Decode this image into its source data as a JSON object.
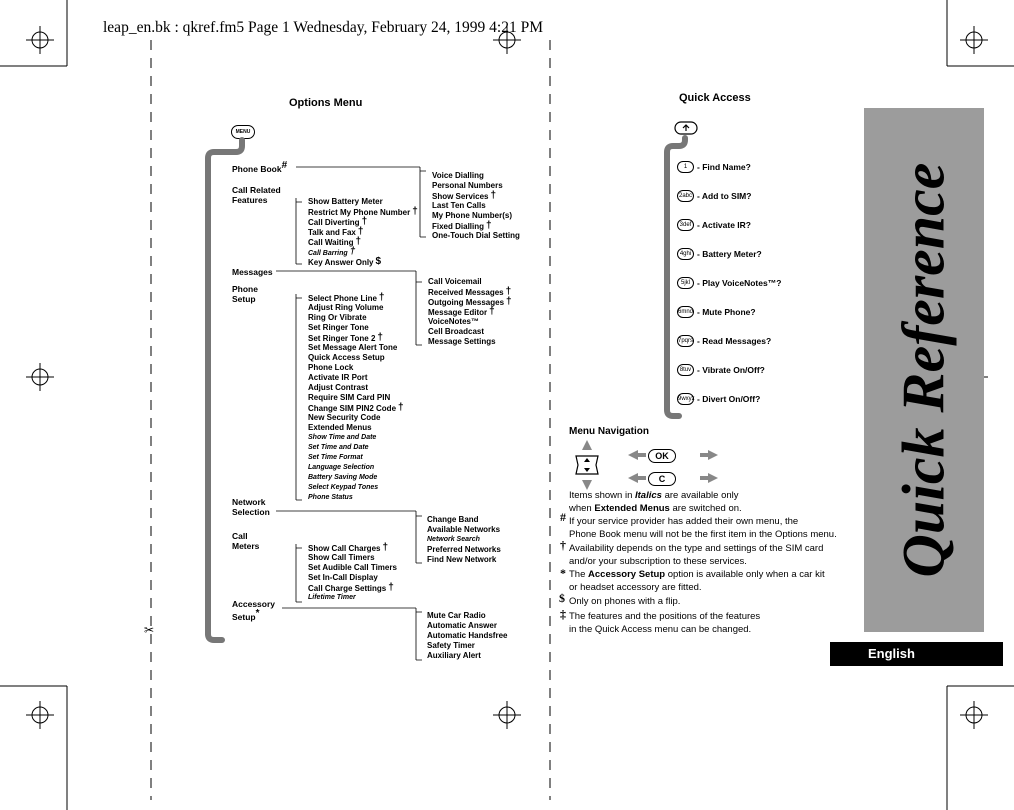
{
  "header": "leap_en.bk : qkref.fm5  Page 1  Wednesday, February 24, 1999  4:21 PM",
  "options_title": "Options Menu",
  "menu_key": "MENU",
  "top_menu": [
    {
      "label": "Phone Book",
      "mark": "#"
    },
    {
      "label": "Call Related\nFeatures",
      "mark": ""
    },
    {
      "label": "Messages",
      "mark": ""
    },
    {
      "label": "Phone\nSetup",
      "mark": ""
    },
    {
      "label": "Network\nSelection",
      "mark": ""
    },
    {
      "label": "Call\nMeters",
      "mark": ""
    },
    {
      "label": "Accessory\nSetup",
      "mark": "*"
    }
  ],
  "phonebook_items": [
    {
      "t": "Voice Dialling"
    },
    {
      "t": "Personal Numbers"
    },
    {
      "t": "Show Services",
      "m": "†"
    },
    {
      "t": "Last Ten Calls"
    },
    {
      "t": "My Phone Number(s)"
    },
    {
      "t": "Fixed Dialling",
      "m": "†"
    },
    {
      "t": "One-Touch Dial Setting"
    }
  ],
  "callrelated_items": [
    {
      "t": "Show Battery Meter"
    },
    {
      "t": "Restrict My Phone Number",
      "m": "†"
    },
    {
      "t": "Call Diverting",
      "m": "†"
    },
    {
      "t": "Talk and Fax",
      "m": "†"
    },
    {
      "t": "Call Waiting",
      "m": "†"
    },
    {
      "t": "Call Barring",
      "m": "†",
      "i": true
    },
    {
      "t": "Key Answer Only",
      "m": "$"
    }
  ],
  "messages_items": [
    {
      "t": "Call Voicemail"
    },
    {
      "t": "Received Messages",
      "m": "†"
    },
    {
      "t": "Outgoing Messages",
      "m": "†"
    },
    {
      "t": "Message Editor",
      "m": "†"
    },
    {
      "t": "VoiceNotes™"
    },
    {
      "t": "Cell Broadcast"
    },
    {
      "t": "Message Settings"
    }
  ],
  "phonesetup_items": [
    {
      "t": "Select Phone Line",
      "m": "†"
    },
    {
      "t": "Adjust Ring Volume"
    },
    {
      "t": "Ring Or Vibrate"
    },
    {
      "t": "Set Ringer Tone"
    },
    {
      "t": "Set Ringer Tone 2",
      "m": "†"
    },
    {
      "t": "Set Message Alert Tone"
    },
    {
      "t": "Quick Access Setup"
    },
    {
      "t": "Phone Lock"
    },
    {
      "t": "Activate IR Port"
    },
    {
      "t": "Adjust Contrast"
    },
    {
      "t": "Require SIM Card PIN"
    },
    {
      "t": "Change SIM PIN2 Code",
      "m": "†"
    },
    {
      "t": "New Security Code"
    },
    {
      "t": "Extended Menus"
    },
    {
      "t": "Show Time and Date",
      "i": true
    },
    {
      "t": "Set Time and Date",
      "i": true
    },
    {
      "t": "Set Time Format",
      "i": true
    },
    {
      "t": "Language Selection",
      "i": true
    },
    {
      "t": "Battery Saving Mode",
      "i": true
    },
    {
      "t": "Select Keypad Tones",
      "i": true
    },
    {
      "t": "Phone Status",
      "i": true
    }
  ],
  "network_items": [
    {
      "t": "Change Band"
    },
    {
      "t": "Available Networks"
    },
    {
      "t": "Network Search",
      "i": true
    },
    {
      "t": "Preferred Networks"
    },
    {
      "t": "Find New Network"
    }
  ],
  "callmeters_items": [
    {
      "t": "Show Call Charges",
      "m": "†"
    },
    {
      "t": "Show Call Timers"
    },
    {
      "t": "Set Audible Call Timers"
    },
    {
      "t": "Set In-Call Display"
    },
    {
      "t": "Call Charge Settings",
      "m": "†"
    },
    {
      "t": "Lifetime Timer",
      "i": true
    }
  ],
  "accessory_items": [
    {
      "t": "Mute Car Radio"
    },
    {
      "t": "Automatic Answer"
    },
    {
      "t": "Automatic Handsfree"
    },
    {
      "t": "Safety Timer"
    },
    {
      "t": "Auxiliary Alert"
    }
  ],
  "quick_title": "Quick Access",
  "quick_items": [
    {
      "key": "1",
      "label": "- Find Name?"
    },
    {
      "key": "2abc",
      "label": "- Add to SIM?"
    },
    {
      "key": "3def",
      "label": "- Activate IR?"
    },
    {
      "key": "4ghi",
      "label": "- Battery Meter?"
    },
    {
      "key": "5jkl",
      "label": "- Play VoiceNotes™?"
    },
    {
      "key": "6mno",
      "label": "- Mute Phone?"
    },
    {
      "key": "7pqrs",
      "label": "- Read Messages?"
    },
    {
      "key": "8tuv",
      "label": "- Vibrate On/Off?"
    },
    {
      "key": "9wxyz",
      "label": "- Divert On/Off?"
    }
  ],
  "nav_title": "Menu Navigation",
  "ok_label": "OK",
  "c_label": "C",
  "notes": {
    "italics": [
      "Items shown in ",
      "Italics",
      " are available only",
      "when ",
      "Extended Menus",
      " are switched on."
    ],
    "hash_sym": "#",
    "hash": [
      "If your service provider has added their own menu, the",
      "Phone Book menu will not be the first item in the Options menu."
    ],
    "dagger_sym": "†",
    "dagger": [
      "Availability depends on the type and settings of the SIM card",
      "and/or your subscription to these services."
    ],
    "star_sym": "*",
    "star": [
      "The ",
      "Accessory Setup",
      " option is available only when a car kit",
      "or headset accessory are fitted."
    ],
    "dollar_sym": "$",
    "dollar": "Only on phones with a flip.",
    "ddagger_sym": "‡",
    "ddagger": [
      "The features and the positions of the features",
      "in the Quick Access menu can be changed."
    ]
  },
  "side_title": "Quick Reference",
  "language": "English"
}
